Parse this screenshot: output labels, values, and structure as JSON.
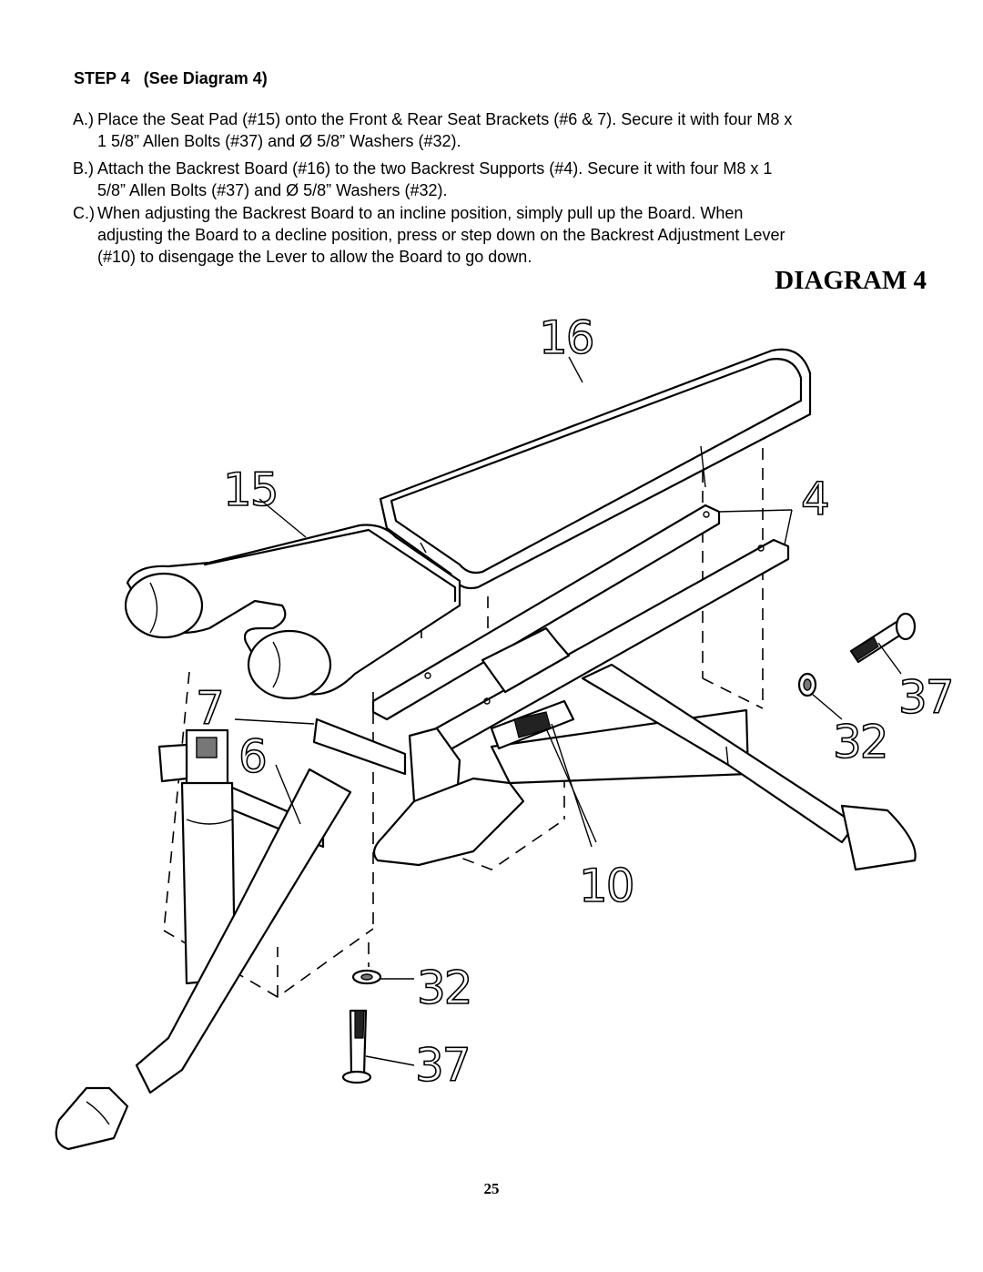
{
  "step": {
    "heading": "STEP 4   (See Diagram 4)"
  },
  "instructions": [
    {
      "label": "A.)",
      "lines": [
        "Place the Seat Pad (#15) onto the Front & Rear Seat Brackets (#6 & 7). Secure it with four M8 x",
        "1 5/8” Allen Bolts (#37) and Ø 5/8” Washers (#32)."
      ]
    },
    {
      "label": "B.)",
      "lines": [
        "Attach the Backrest Board (#16) to the two Backrest Supports (#4). Secure it with four M8 x 1",
        "5/8” Allen Bolts (#37) and Ø 5/8” Washers (#32)."
      ]
    },
    {
      "label": "C.)",
      "lines": [
        "When adjusting the Backrest Board to an incline position, simply pull up the Board. When",
        "adjusting the Board to a decline position, press or step down on the Backrest Adjustment Lever",
        "(#10) to disengage the Lever to allow the Board to go down."
      ]
    }
  ],
  "diagram": {
    "title": "DIAGRAM 4",
    "callouts": {
      "backrest_board": "16",
      "seat_pad": "15",
      "backrest_supports": "4",
      "rear_seat_bracket": "7",
      "front_seat_bracket": "6",
      "bolt_upper": "37",
      "washer_upper": "32",
      "adjustment_lever": "10",
      "washer_lower": "32",
      "bolt_lower": "37"
    }
  },
  "footer": {
    "page_number": "25"
  }
}
